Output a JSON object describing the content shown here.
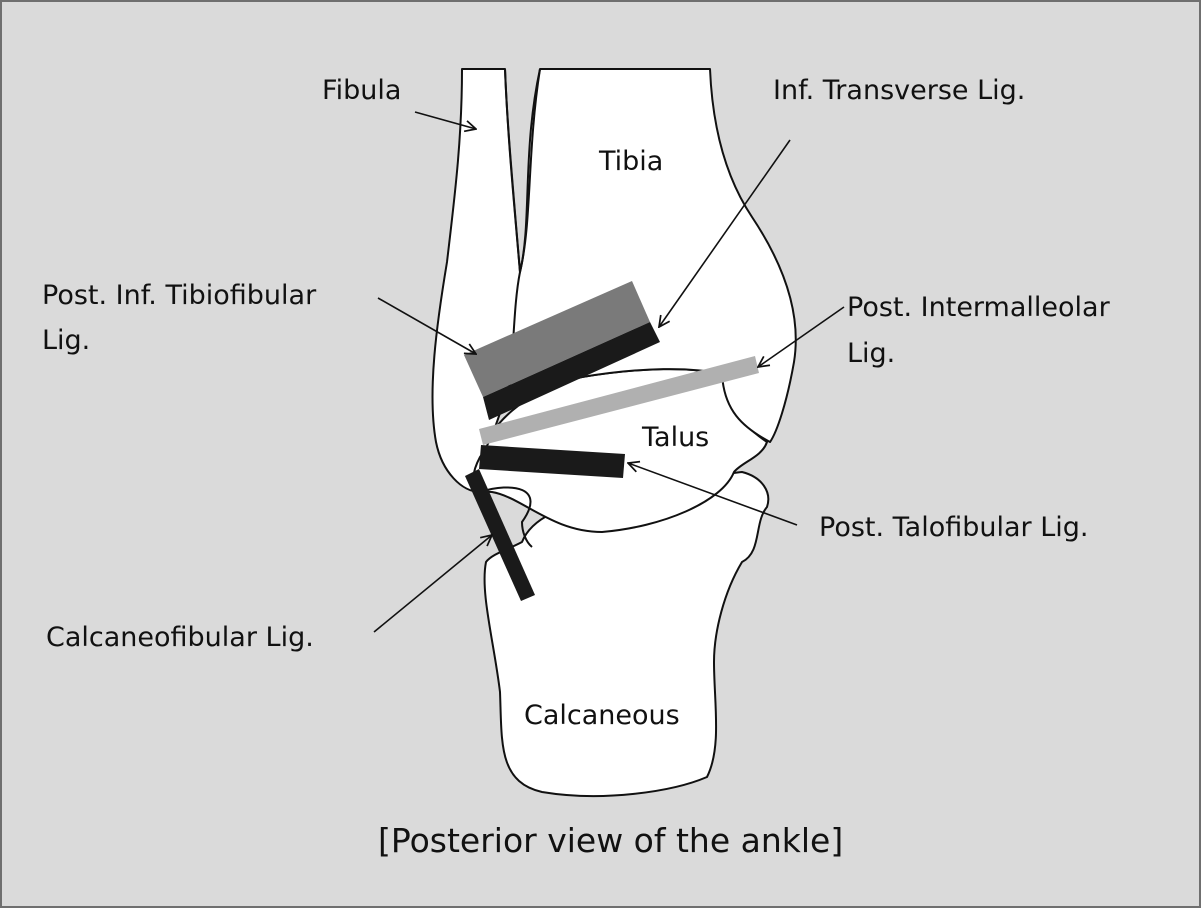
{
  "colors": {
    "background": "#dadada",
    "bone_fill": "#ffffff",
    "ligament_dark": "#1a1a1a",
    "ligament_gray": "#7a7a7a",
    "ligament_light": "#b0b0b0"
  },
  "labels": {
    "fibula": "Fibula",
    "tibia": "Tibia",
    "talus": "Talus",
    "calcaneous": "Calcaneous",
    "inf_transverse": "Inf. Transverse Lig.",
    "post_inf_tibiofibular_line1": "Post. Inf. Tibiofibular",
    "post_inf_tibiofibular_line2": "Lig.",
    "post_intermalleolar_line1": "Post. Intermalleolar",
    "post_intermalleolar_line2": "Lig.",
    "post_talofibular": "Post. Talofibular Lig.",
    "calcaneofibular": "Calcaneofibular Lig."
  },
  "caption": "[Posterior view of the ankle]"
}
